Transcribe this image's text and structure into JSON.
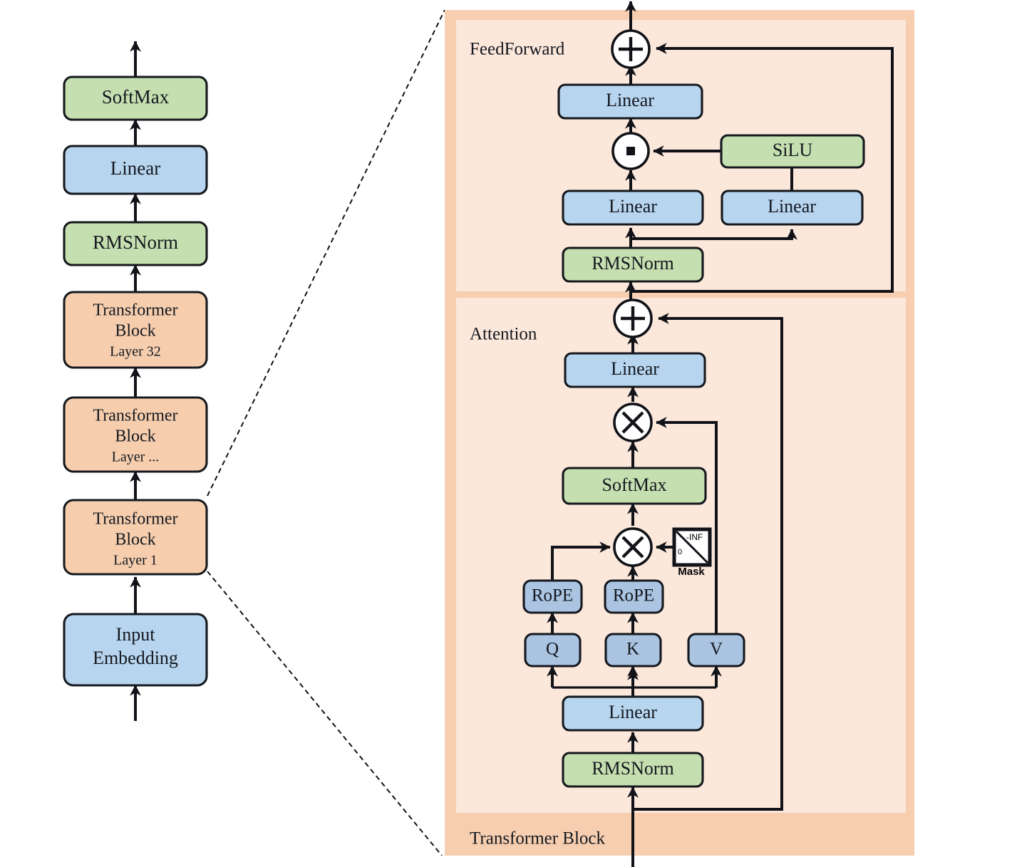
{
  "figure": {
    "title": "Transformer (LLaMA-style) architecture diagram",
    "colors": {
      "green": "#c6dfb0",
      "blue": "#b8d5ef",
      "blue_qkv": "#aac4e2",
      "orange_block": "#f6ceae",
      "panel_inner": "#fce7db",
      "panel_outer": "#f7cfb0",
      "stroke": "#15181d",
      "wire": "#111318"
    }
  },
  "left_stack": {
    "name": "model-overview-stack",
    "nodes": [
      {
        "id": "softmax",
        "label": "SoftMax",
        "sub": "",
        "kind": "green"
      },
      {
        "id": "linear",
        "label": "Linear",
        "sub": "",
        "kind": "blue"
      },
      {
        "id": "rmsnorm",
        "label": "RMSNorm",
        "sub": "",
        "kind": "green"
      },
      {
        "id": "tb32",
        "label": "Transformer Block",
        "sub": "Layer 32",
        "kind": "orange"
      },
      {
        "id": "tbdots",
        "label": "Transformer Block",
        "sub": "Layer ...",
        "kind": "orange"
      },
      {
        "id": "tb1",
        "label": "Transformer Block",
        "sub": "Layer 1",
        "kind": "orange"
      },
      {
        "id": "embed",
        "label": "Input Embedding",
        "sub": "",
        "kind": "blue"
      }
    ]
  },
  "detail_panel": {
    "outer_label": "Transformer Block",
    "sections": [
      {
        "id": "feedforward",
        "label": "FeedForward"
      },
      {
        "id": "attention",
        "label": "Attention"
      }
    ],
    "feedforward_nodes": [
      {
        "id": "ff-add",
        "label": "+",
        "kind": "op-plus"
      },
      {
        "id": "ff-linear-3",
        "label": "Linear",
        "kind": "blue"
      },
      {
        "id": "ff-mul",
        "label": "·",
        "kind": "op-dot"
      },
      {
        "id": "ff-silu",
        "label": "SiLU",
        "kind": "green"
      },
      {
        "id": "ff-linear-1",
        "label": "Linear",
        "kind": "blue"
      },
      {
        "id": "ff-linear-2",
        "label": "Linear",
        "kind": "blue"
      },
      {
        "id": "ff-rmsnorm",
        "label": "RMSNorm",
        "kind": "green"
      }
    ],
    "attention_nodes": [
      {
        "id": "att-add",
        "label": "+",
        "kind": "op-plus"
      },
      {
        "id": "att-linear-o",
        "label": "Linear",
        "kind": "blue"
      },
      {
        "id": "att-matmul-2",
        "label": "×",
        "kind": "op-times"
      },
      {
        "id": "att-softmax",
        "label": "SoftMax",
        "kind": "green"
      },
      {
        "id": "att-matmul-1",
        "label": "×",
        "kind": "op-times"
      },
      {
        "id": "att-mask",
        "label": "Mask",
        "kind": "mask"
      },
      {
        "id": "att-rope-q",
        "label": "RoPE",
        "kind": "blue-qkv"
      },
      {
        "id": "att-rope-k",
        "label": "RoPE",
        "kind": "blue-qkv"
      },
      {
        "id": "att-q",
        "label": "Q",
        "kind": "blue-qkv"
      },
      {
        "id": "att-k",
        "label": "K",
        "kind": "blue-qkv"
      },
      {
        "id": "att-v",
        "label": "V",
        "kind": "blue-qkv"
      },
      {
        "id": "att-linear-qkv",
        "label": "Linear",
        "kind": "blue"
      },
      {
        "id": "att-rmsnorm",
        "label": "RMSNorm",
        "kind": "green"
      }
    ],
    "mask": {
      "caption": "Mask",
      "upper_value": "-INF",
      "lower_value": "0"
    }
  }
}
